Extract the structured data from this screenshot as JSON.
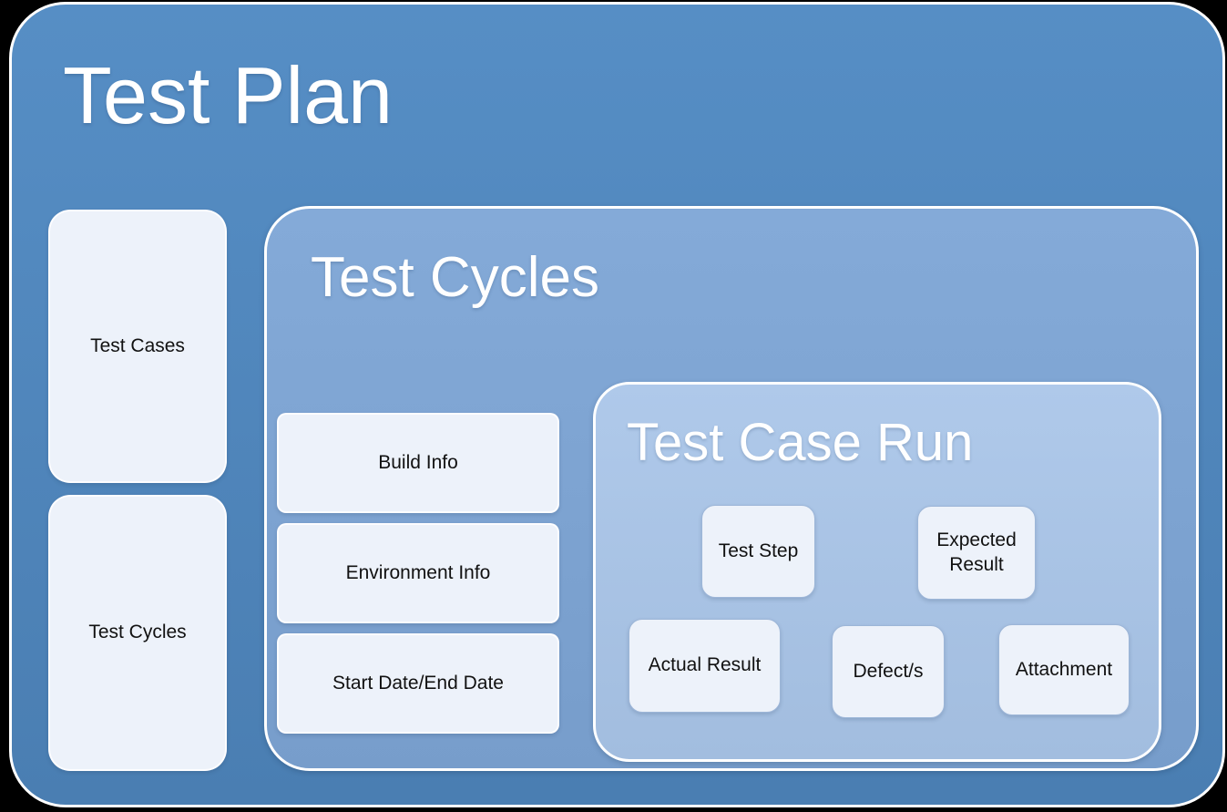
{
  "diagram": {
    "title": "Test Plan",
    "left_column": {
      "items": [
        {
          "label": "Test Cases"
        },
        {
          "label": "Test Cycles"
        }
      ]
    },
    "test_cycles": {
      "title": "Test Cycles",
      "info_boxes": [
        {
          "label": "Build Info"
        },
        {
          "label": "Environment Info"
        },
        {
          "label": "Start Date/End Date"
        }
      ],
      "test_case_run": {
        "title": "Test Case Run",
        "top_row": [
          {
            "label": "Test Step"
          },
          {
            "label": "Expected Result"
          }
        ],
        "bottom_row": [
          {
            "label": "Actual Result"
          },
          {
            "label": "Defect/s"
          },
          {
            "label": "Attachment"
          }
        ]
      }
    },
    "colors": {
      "canvas_background": "#000000",
      "test_plan_fill": "#4F86BC",
      "test_cycles_fill": "#7DA3D1",
      "test_case_run_fill": "#A9C3E5",
      "card_fill": "#EDF2FA",
      "title_text": "#FFFFFF",
      "card_text": "#111111",
      "container_border": "#FFFFFF"
    }
  }
}
